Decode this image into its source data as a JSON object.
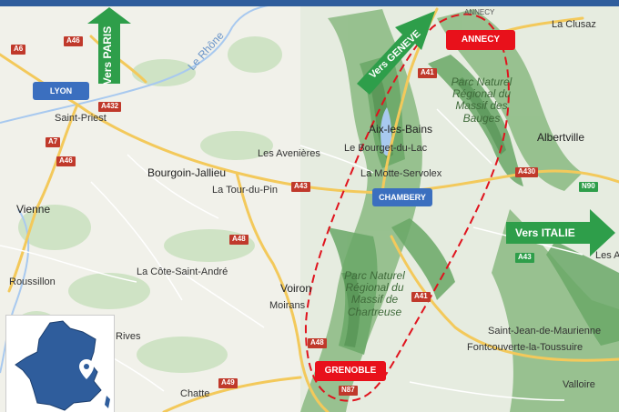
{
  "map": {
    "colors": {
      "background": "#eef0e6",
      "forest": "#6aa867",
      "forest_dark": "#4f8d4e",
      "road_major": "#f3c95b",
      "road_minor": "#ffffff",
      "water": "#a8c9ef",
      "accent_blue": "#3b6fbf",
      "accent_red": "#e8111b",
      "accent_green": "#2e9e4a",
      "route_dash": "#e0141e",
      "top_bar": "#2f5d9c"
    },
    "cities": {
      "saint_priest": "Saint-Priest",
      "bourgoin": "Bourgoin-Jallieu",
      "la_tour_du_pin": "La Tour-du-Pin",
      "les_avenieres": "Les Avenières",
      "vienne": "Vienne",
      "roussillon": "Roussillon",
      "la_cote": "La Côte-Saint-André",
      "voiron": "Voiron",
      "moirans": "Moirans",
      "rives": "Rives",
      "chatte": "Chatte",
      "aix": "Aix-les-Bains",
      "le_bourget": "Le Bourget-du-Lac",
      "la_motte": "La Motte-Servolex",
      "albertville": "Albertville",
      "la_clusaz": "La Clusaz",
      "saint_jean": "Saint-Jean-de-Maurienne",
      "fontcouverte": "Fontcouverte-la-Toussuire",
      "valloire": "Valloire",
      "les_a": "Les A",
      "annecy_small": "ANNECY"
    },
    "rivers": {
      "le_rhone": "Le Rhône"
    },
    "parks": {
      "bauges": "Parc Naturel Régional du Massif des Bauges",
      "chartreuse": "Parc Naturel Régional du Massif de Chartreuse"
    },
    "roads": {
      "a6": "A6",
      "a46_top": "A46",
      "a432": "A432",
      "a7": "A7",
      "a46": "A46",
      "a43": "A43",
      "a48": "A48",
      "a48_b": "A48",
      "a49": "A49",
      "a41_top": "A41",
      "a41": "A41",
      "a430": "A430",
      "n90": "N90",
      "a43_e": "A43",
      "n87": "N87"
    },
    "markers": {
      "lyon": "LYON",
      "chambery": "CHAMBERY",
      "annecy": "ANNECY",
      "grenoble": "GRENOBLE"
    },
    "directions": {
      "paris": "Vers PARIS",
      "geneve": "Vers GENEVE",
      "italie": "Vers ITALIE"
    }
  }
}
